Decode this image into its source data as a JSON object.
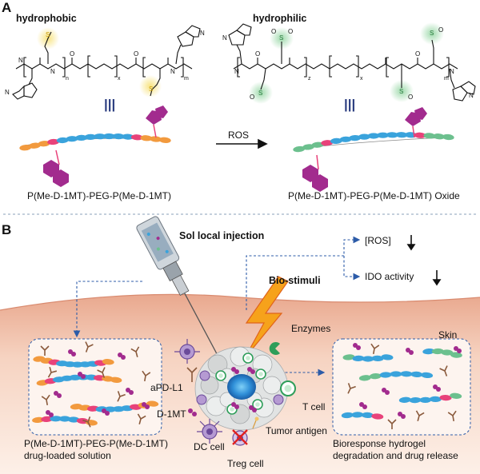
{
  "panel_a": {
    "letter": "A",
    "hydrophobic_label": "hydrophobic",
    "hydrophilic_label": "hydrophilic",
    "arrow_label": "ROS",
    "left_polymer": "P(Me-D-1MT)-PEG-P(Me-D-1MT)",
    "right_polymer": "P(Me-D-1MT)-PEG-P(Me-D-1MT) Oxide",
    "struct_letters": {
      "x": "x",
      "n": "n",
      "m": "m",
      "z": "z",
      "s": "S",
      "o": "O",
      "nh": "N"
    },
    "equiv_symbol": "|||"
  },
  "panel_b": {
    "letter": "B",
    "injection_label": "Sol local injection",
    "ros_label": "[ROS]",
    "ido_label": "IDO activity",
    "down_arrow": "↓",
    "biostimuli_label": "Bio-stimuli",
    "enzymes_label": "Enzymes",
    "skin_label": "Skin",
    "apdl1_label": "aPD-L1",
    "d1mt_label": "D-1MT",
    "tcell_label": "T cell",
    "tumor_antigen_label": "Tumor antigen",
    "dc_cell_label": "DC cell",
    "treg_cell_label": "Treg cell",
    "left_caption_line1": "P(Me-D-1MT)-PEG-P(Me-D-1MT)",
    "left_caption_line2": "drug-loaded solution",
    "right_caption_line1": "Bioresponse hydrogel",
    "right_caption_line2": "degradation and drug release"
  },
  "colors": {
    "orange_bead": "#f29a3e",
    "blue_bead": "#3aa3dc",
    "green_bead": "#6cc08e",
    "pink_bead": "#e8427a",
    "purple_drug": "#a22b8e",
    "skin": "#f3c8b2",
    "arrow_blue": "#2c5ba8",
    "lightning": "#f6a21b",
    "sulfur_yellow": "#f7e27a",
    "sulfone_green": "#9ad8a8"
  }
}
